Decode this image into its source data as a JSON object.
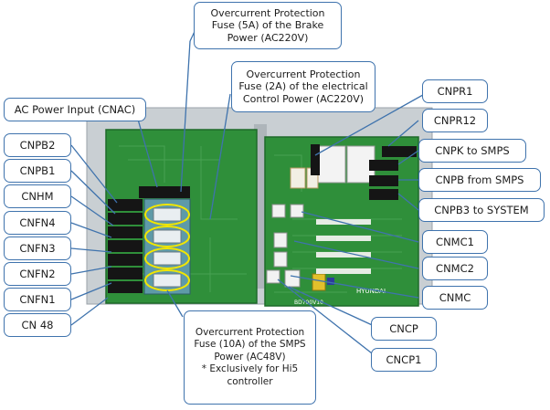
{
  "labels": {
    "ac_power_input": "AC Power Input (CNAC)",
    "cnpb2": "CNPB2",
    "cnpb1": "CNPB1",
    "cnhm": "CNHM",
    "cnfn4": "CNFN4",
    "cnfn3": "CNFN3",
    "cnfn2": "CNFN2",
    "cnfn1": "CNFN1",
    "cn48": "CN 48",
    "cnpr1": "CNPR1",
    "cnpr12": "CNPR12",
    "cnpk_to_smps": "CNPK to SMPS",
    "cnpb_from_smps": "CNPB from SMPS",
    "cnpb3_to_system": "CNPB3 to SYSTEM",
    "cnmc1": "CNMC1",
    "cnmc2": "CNMC2",
    "cnmc": "CNMC",
    "cncp": "CNCP",
    "cncp1": "CNCP1",
    "fuse_brake": "Overcurrent Protection Fuse (5A) of the Brake Power (AC220V)",
    "fuse_electrical": "Overcurrent Protection Fuse (2A) of the electrical Control Power (AC220V)",
    "fuse_smps_line1": "Overcurrent Protection",
    "fuse_smps_line2": "Fuse (10A) of the SMPS",
    "fuse_smps_line3": "Power (AC48V)",
    "fuse_smps_line4": "* Exclusively for Hi5",
    "fuse_smps_line5": "controller"
  },
  "board_text": {
    "brand": "HYUNDAI",
    "part_no": "BD700V10"
  },
  "colors": {
    "pcb_green": "#2f8f3a",
    "pcb_green_dark": "#1f6a2a",
    "callout_border": "#3f73ad",
    "highlight_ring": "#f2e600",
    "leader_line": "#3f73ad"
  }
}
